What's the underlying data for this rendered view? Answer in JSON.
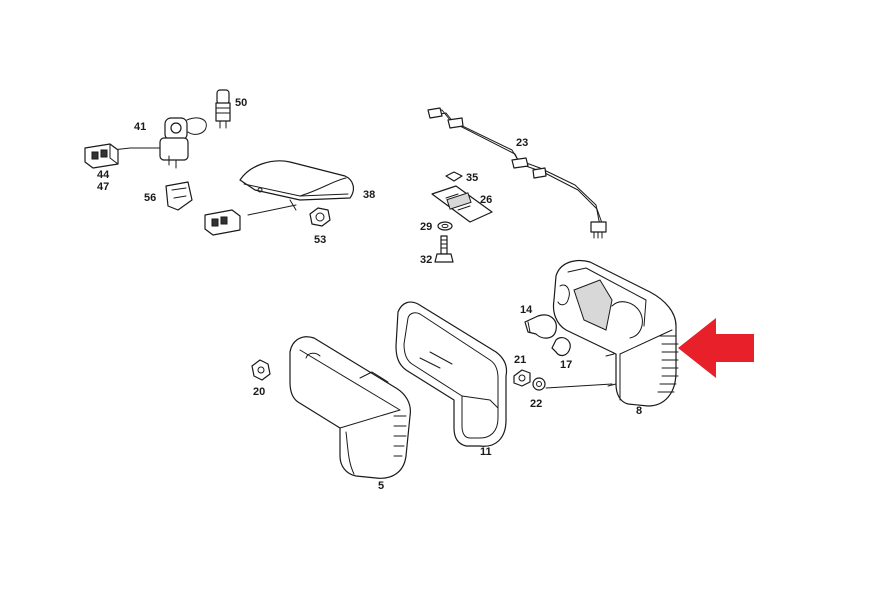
{
  "diagram": {
    "callouts": {
      "p50": "50",
      "p41": "41",
      "p44": "44",
      "p47": "47",
      "p56": "56",
      "p38": "38",
      "p53": "53",
      "p23": "23",
      "p35": "35",
      "p26": "26",
      "p29": "29",
      "p32": "32",
      "p14": "14",
      "p21": "21",
      "p17": "17",
      "p22": "22",
      "p20": "20",
      "p11": "11",
      "p5": "5",
      "p8": "8"
    },
    "arrow_color": "#e8202a"
  }
}
